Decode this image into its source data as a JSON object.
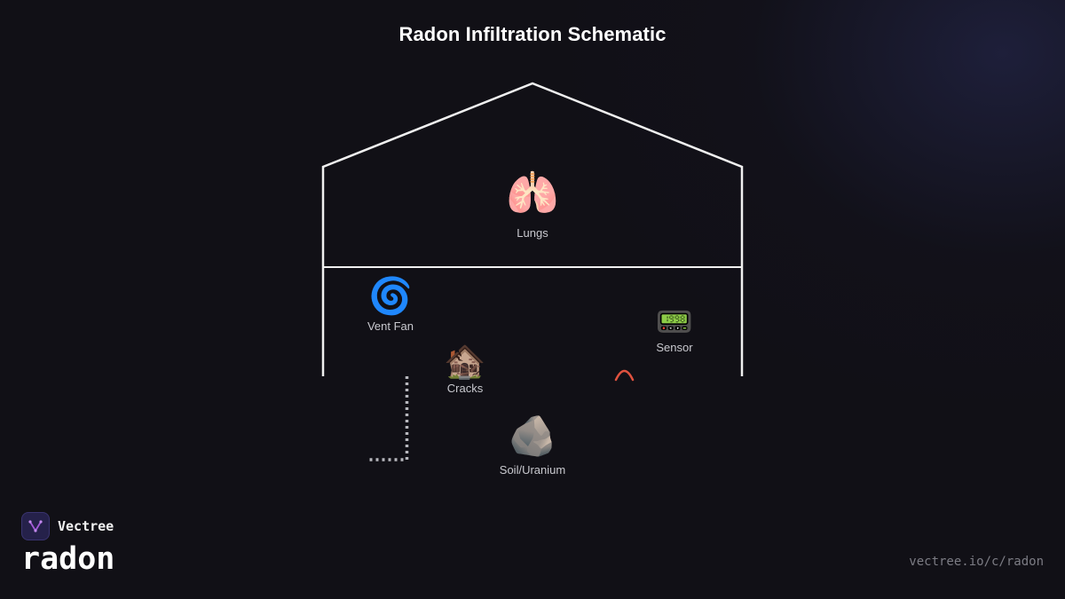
{
  "title": "Radon Infiltration Schematic",
  "nodes": {
    "lungs": {
      "emoji": "🫁",
      "label": "Lungs"
    },
    "vent_fan": {
      "emoji": "🌀",
      "label": "Vent Fan"
    },
    "cracks": {
      "emoji": "🏚️",
      "label": "Cracks"
    },
    "sensor": {
      "emoji": "📟",
      "label": "Sensor"
    },
    "soil": {
      "emoji": "🪨",
      "label": "Soil/Uranium"
    }
  },
  "brand": {
    "name": "Vectree",
    "topic": "radon",
    "url": "vectree.io/c/radon"
  },
  "colors": {
    "background": "#111016",
    "house_outline": "#f0f0f0",
    "vent_pipe": "#b8b8be",
    "radon_arc": "#e0523f",
    "logo_accent": "#a35ad8"
  }
}
